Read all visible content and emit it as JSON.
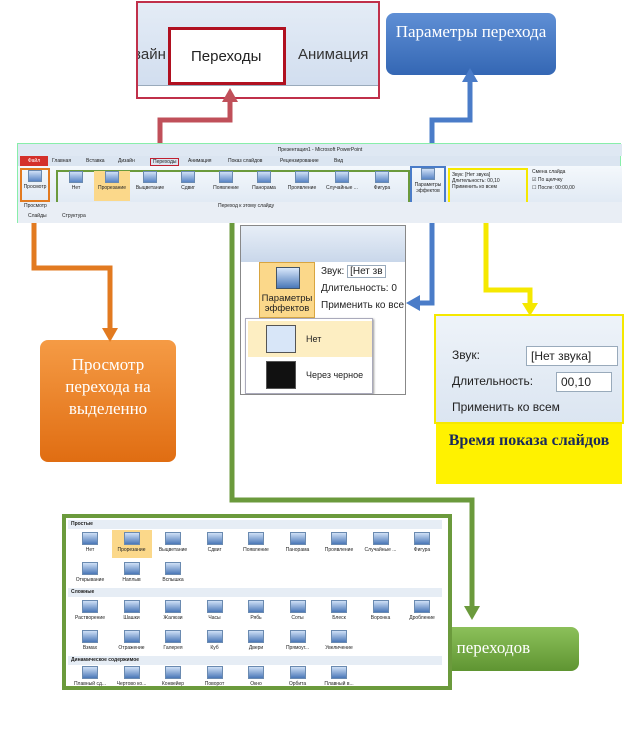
{
  "tab_zoom": {
    "left_tab": "зайн",
    "active_tab": "Переходы",
    "right_tab": "Анимация"
  },
  "callouts": {
    "blue": "Параметры перехода",
    "orange": "Просмотр перехода на выделенно",
    "green": "Виды переходов",
    "yellow": "Время показа слайдов"
  },
  "ribbon": {
    "title": "Презентация1 - Microsoft PowerPoint",
    "file_tab": "Файл",
    "tabs": [
      "Главная",
      "Вставка",
      "Дизайн",
      "Переходы",
      "Анимация",
      "Показ слайдов",
      "Рецензирование",
      "Вид"
    ],
    "preview": "Просмотр",
    "preview_group": "Просмотр",
    "transitions": [
      "Нет",
      "Прорезание",
      "Выцветание",
      "Сдвиг",
      "Появление",
      "Панорама",
      "Проявление",
      "Случайные ...",
      "Фигура"
    ],
    "group_label": "Переход к этому слайду",
    "effect_options": "Параметры эффектов",
    "sound_label": "Звук:",
    "sound_value": "[Нет звука]",
    "duration_label": "Длительность:",
    "duration_value": "00,10",
    "apply_all": "Применить ко всем",
    "change_slide": "Смена слайда",
    "on_click": "По щелчку",
    "after": "После:",
    "after_value": "00:00,00",
    "panel_tabs": [
      "Слайды",
      "Структура"
    ]
  },
  "effect_zoom": {
    "button": "Параметры эффектов",
    "sound": "Звук:",
    "sound_value": "[Нет зв",
    "duration": "Длительность:",
    "duration_value": "0",
    "apply": "Применить ко все",
    "menu_items": [
      "Нет",
      "Через черное"
    ]
  },
  "time_zoom": {
    "sound": "Звук:",
    "sound_value": "[Нет звука]",
    "duration": "Длительность:",
    "duration_value": "00,10",
    "apply": "Применить ко всем"
  },
  "gallery": {
    "sections": [
      "Простые",
      "Сложные",
      "Динамическое содержимое"
    ],
    "simple": [
      "Нет",
      "Прорезание",
      "Выцветание",
      "Сдвиг",
      "Появление",
      "Панорама",
      "Проявление",
      "Случайные ...",
      "Фигура",
      "Открывание",
      "Наплыв",
      "Вспышка"
    ],
    "complex": [
      "Растворение",
      "Шашки",
      "Жалюзи",
      "Часы",
      "Рябь",
      "Соты",
      "Блеск",
      "Воронка",
      "Дробление",
      "Взмах",
      "Отражение",
      "Галерея",
      "Куб",
      "Двери",
      "Прямоуг...",
      "Увеличение"
    ],
    "dynamic": [
      "Плавный сд...",
      "Чертово ко...",
      "Конвейер",
      "Поворот",
      "Окно",
      "Орбита",
      "Плавный в..."
    ]
  }
}
